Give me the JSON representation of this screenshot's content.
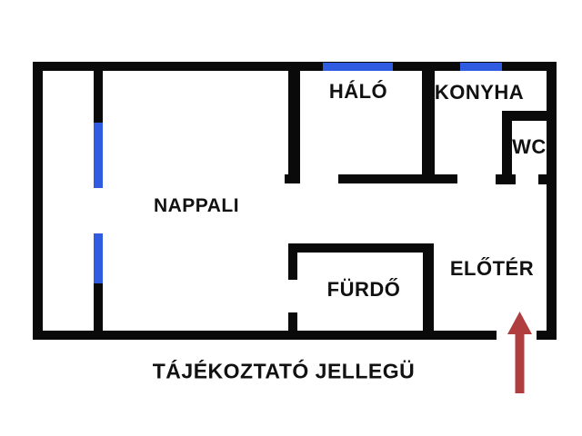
{
  "title": "apartment-floor-plan",
  "rooms": {
    "nappali": "NAPPALI",
    "halo": "HÁLÓ",
    "konyha": "KONYHA",
    "wc": "WC",
    "furdo": "FÜRDŐ",
    "eloter": "ELŐTÉR"
  },
  "disclaimer": "TÁJÉKOZTATÓ JELLEGÜ",
  "colors": {
    "wall": "#0a0a0a",
    "window": "#2f5ce0",
    "entrance_arrow": "#b03e3e",
    "background": "#ffffff",
    "label_text": "#111111"
  },
  "icons": {
    "entrance_arrow": "up-arrow"
  }
}
